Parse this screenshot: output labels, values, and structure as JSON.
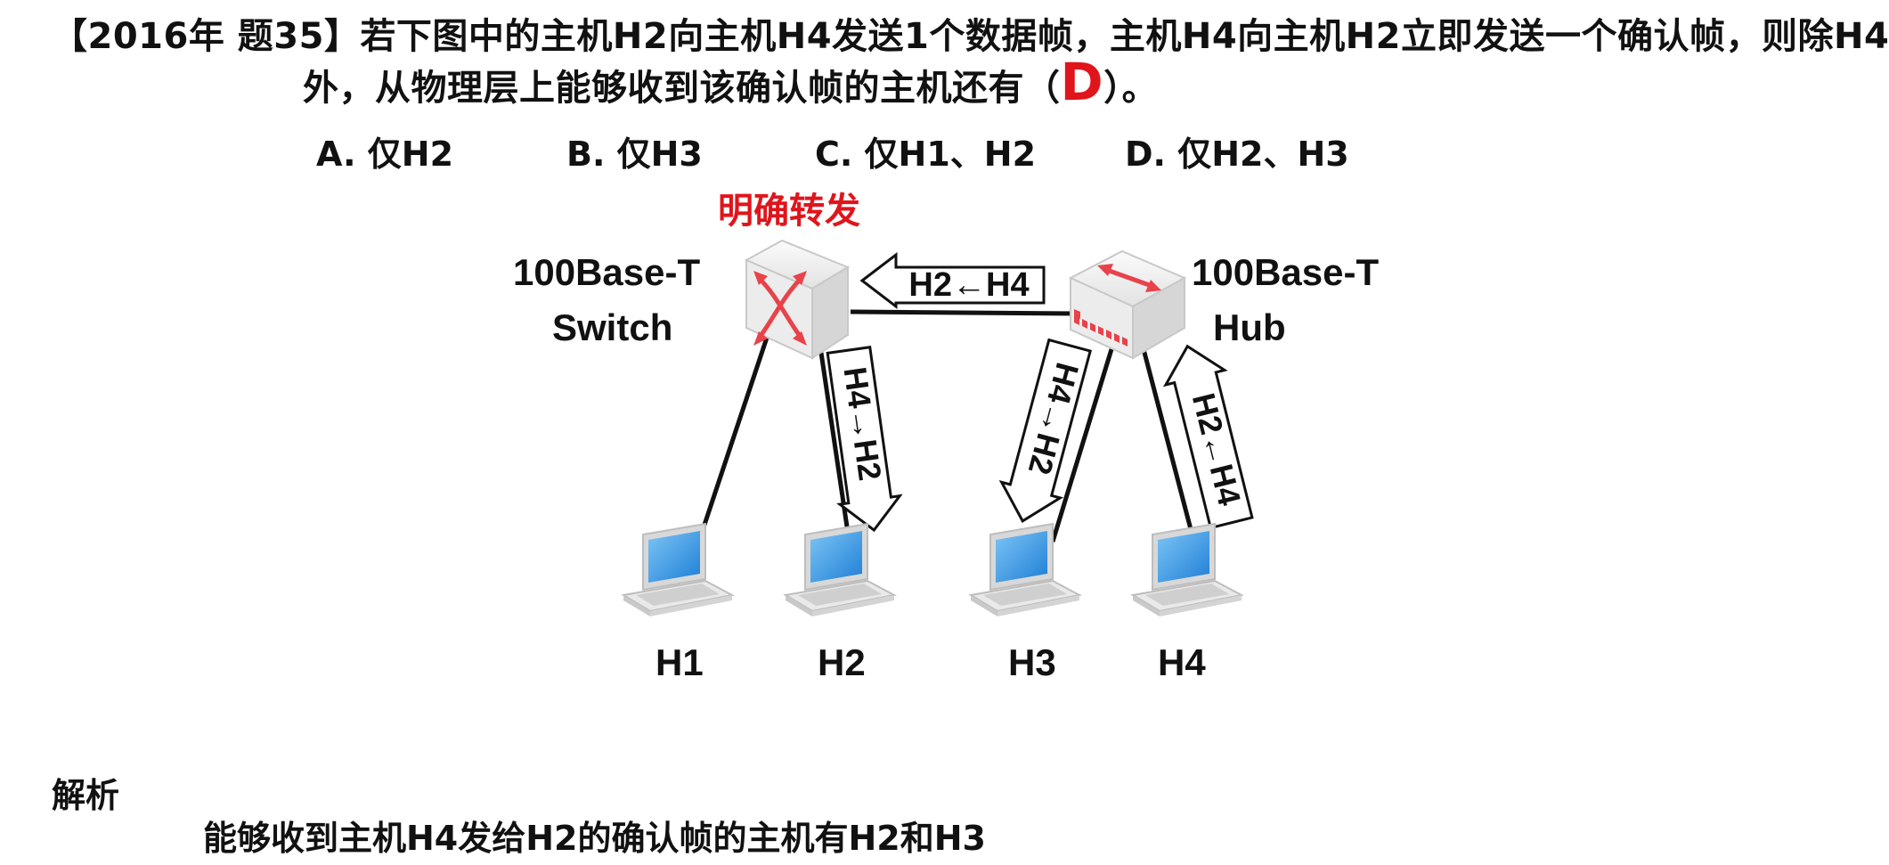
{
  "question": {
    "tag": "【2016年 题35】",
    "line1": "若下图中的主机H2向主机H4发送1个数据帧，主机H4向主机H2立即发送一个确认帧，则除H4",
    "line2_before": "外，从物理层上能够收到该确认帧的主机还有（",
    "answer": "D",
    "line2_after": "）。"
  },
  "options": [
    {
      "text": "A. 仅H2"
    },
    {
      "text": "B. 仅H3"
    },
    {
      "text": "C. 仅H1、H2"
    },
    {
      "text": "D. 仅H2、H3"
    }
  ],
  "diagram": {
    "switch_note": "明确转发",
    "switch_label_line1": "100Base-T",
    "switch_label_line2": "Switch",
    "hub_label_line1": "100Base-T",
    "hub_label_line2": "Hub",
    "frames": {
      "switch_to_hub_link": "H2←H4",
      "switch_to_h2": "H4→H2",
      "hub_to_h3": "H4→H2",
      "h4_to_hub": "H2←H4"
    },
    "hosts": [
      "H1",
      "H2",
      "H3",
      "H4"
    ],
    "colors": {
      "accent_red": "#e0151c",
      "screen_blue": "#3b9be8",
      "device_gray": "#e6e6e6"
    }
  },
  "analysis": {
    "heading": "解析",
    "text": "能够收到主机H4发给H2的确认帧的主机有H2和H3"
  }
}
